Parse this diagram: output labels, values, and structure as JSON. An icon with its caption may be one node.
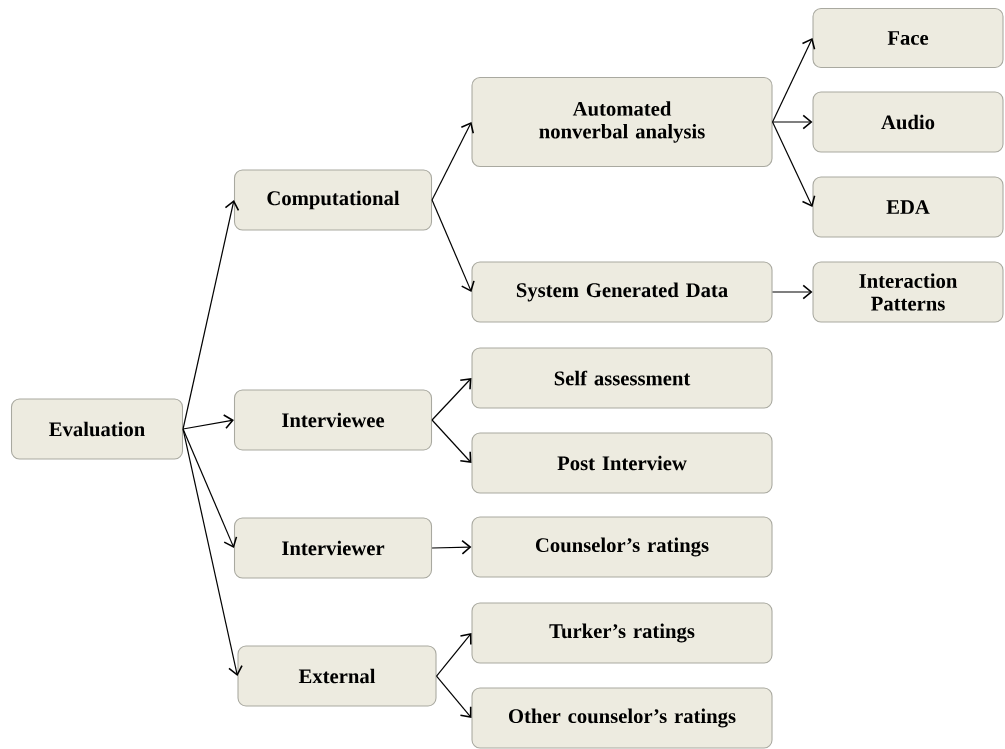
{
  "diagram": {
    "nodes": [
      {
        "text": [
          "Evaluation"
        ]
      },
      {
        "text": [
          "Computational"
        ]
      },
      {
        "text": [
          "Automated nonverbal analysis"
        ]
      },
      {
        "text": [
          "Face"
        ]
      },
      {
        "text": [
          "Audio"
        ]
      },
      {
        "text": [
          "EDA"
        ]
      },
      {
        "text": [
          "System Generated Data"
        ]
      },
      {
        "text": [
          "Interaction Patterns"
        ]
      },
      {
        "text": [
          "Interviewee"
        ]
      },
      {
        "text": [
          "Self assessment"
        ]
      },
      {
        "text": [
          "Post Interview"
        ]
      },
      {
        "text": [
          "Interviewer"
        ]
      },
      {
        "text": [
          "Counselor’s ratings"
        ]
      },
      {
        "text": [
          "External"
        ]
      },
      {
        "text": [
          "Turker’s ratings"
        ]
      },
      {
        "text": [
          "Other counselor’s ratings"
        ]
      }
    ],
    "edges": [
      {
        "from": 0,
        "to": 1,
        "arrow": "to"
      },
      {
        "from": 0,
        "to": 8,
        "arrow": "to"
      },
      {
        "from": 0,
        "to": 11,
        "arrow": "to"
      },
      {
        "from": 0,
        "to": 13,
        "arrow": "to"
      },
      {
        "from": 1,
        "to": 2,
        "arrow": "to"
      },
      {
        "from": 1,
        "to": 6,
        "arrow": "to"
      },
      {
        "from": 2,
        "to": 3,
        "arrow": "to"
      },
      {
        "from": 2,
        "to": 4,
        "arrow": "to"
      },
      {
        "from": 2,
        "to": 5,
        "arrow": "to"
      },
      {
        "from": 6,
        "to": 7,
        "arrow": "to"
      },
      {
        "from": 8,
        "to": 9,
        "arrow": "to"
      },
      {
        "from": 8,
        "to": 10,
        "arrow": "to"
      },
      {
        "from": 11,
        "to": 12,
        "arrow": "to"
      },
      {
        "from": 13,
        "to": 14,
        "arrow": "to"
      },
      {
        "from": 13,
        "to": 15,
        "arrow": "to"
      }
    ]
  }
}
